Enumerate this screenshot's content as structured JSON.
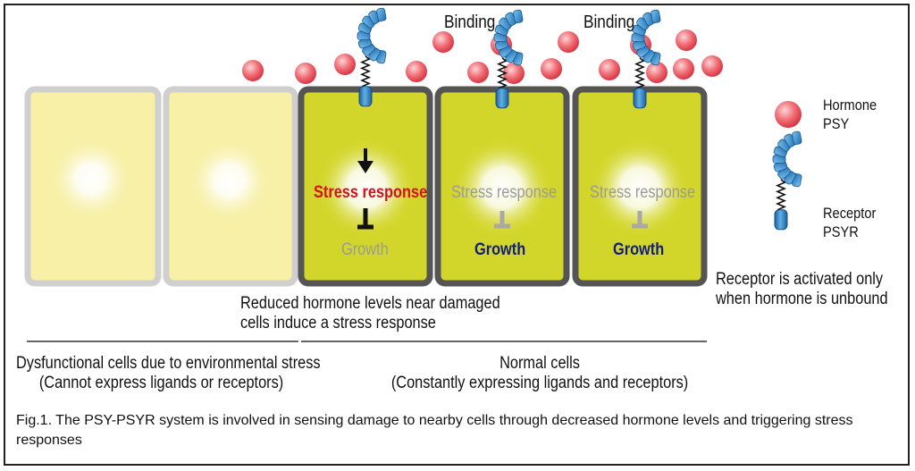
{
  "labels": {
    "binding_left": "Binding",
    "binding_right": "Binding",
    "stress_active": "Stress response",
    "stress_inactive_1": "Stress response",
    "stress_inactive_2": "Stress response",
    "growth_inhibited": "Growth",
    "growth_active_1": "Growth",
    "growth_active_2": "Growth",
    "reduced_hormone_line1": "Reduced hormone levels near damaged",
    "reduced_hormone_line2": "cells induce a stress response",
    "dysfunctional_line1": "Dysfunctional cells due to environmental stress",
    "dysfunctional_line2": "(Cannot express ligands or receptors)",
    "normal_line1": "Normal cells",
    "normal_line2": "(Constantly expressing ligands and receptors)"
  },
  "legend": {
    "hormone_line1": "Hormone",
    "hormone_line2": "PSY",
    "receptor_line1": "Receptor",
    "receptor_line2": "PSYR",
    "note_line1": "Receptor is activated only",
    "note_line2": "when hormone is unbound"
  },
  "caption": "Fig.1.  The PSY-PSYR system is involved in sensing damage to nearby cells through decreased hormone levels and triggering stress responses",
  "colors": {
    "dysfunctional_cell_fill": "#f7f0a6",
    "dysfunctional_cell_border": "#cfcfcf",
    "normal_cell_fill": "#d3d62a",
    "normal_cell_border": "#555555",
    "hormone": "#e8505a",
    "receptor": "#2f86c8",
    "stress_active_text": "#d4101c",
    "growth_active_text": "#12207a",
    "inactive_text": "#9a9a9a"
  }
}
